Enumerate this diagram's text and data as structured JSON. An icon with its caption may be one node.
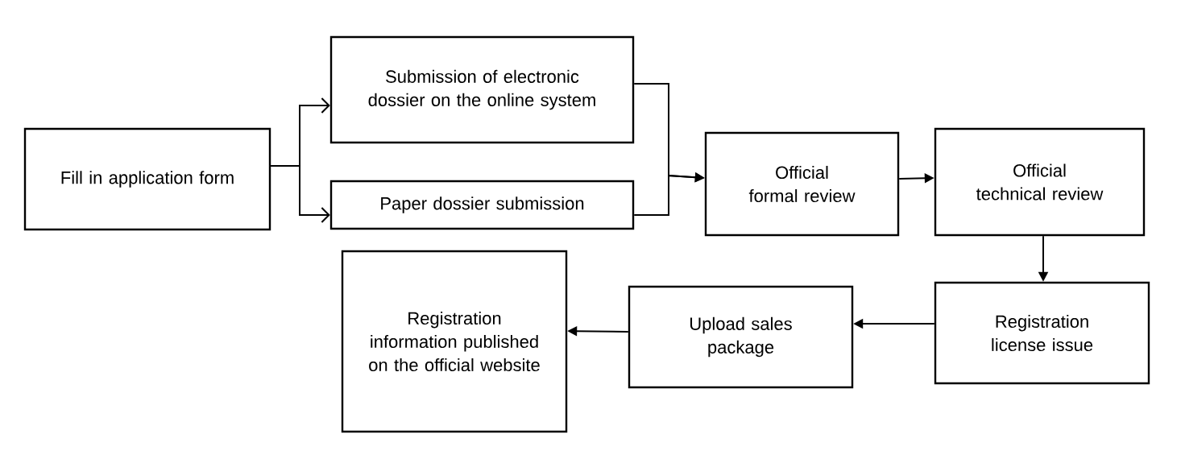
{
  "diagram": {
    "nodes": [
      {
        "text": [
          "Fill in application form"
        ]
      },
      {
        "text": [
          "Submission of electronic dossier on the online system"
        ]
      },
      {
        "text": [
          "Paper dossier submission"
        ]
      },
      {
        "text": [
          "Official formal review"
        ]
      },
      {
        "text": [
          "Official technical review"
        ]
      },
      {
        "text": [
          "Registration license issue"
        ]
      },
      {
        "text": [
          "Upload sales package"
        ]
      },
      {
        "text": [
          "Registration information published on the official website"
        ]
      }
    ],
    "edges": [
      {
        "from": 0,
        "to": 1,
        "arrow": "to"
      },
      {
        "from": 0,
        "to": 2,
        "arrow": "to"
      },
      {
        "from": 1,
        "to": 3,
        "arrow": "to"
      },
      {
        "from": 2,
        "to": 3,
        "arrow": "to"
      },
      {
        "from": 3,
        "to": 4,
        "arrow": "to"
      },
      {
        "from": 4,
        "to": 5,
        "arrow": "to"
      },
      {
        "from": 5,
        "to": 6,
        "arrow": "to"
      },
      {
        "from": 6,
        "to": 7,
        "arrow": "to"
      }
    ]
  }
}
